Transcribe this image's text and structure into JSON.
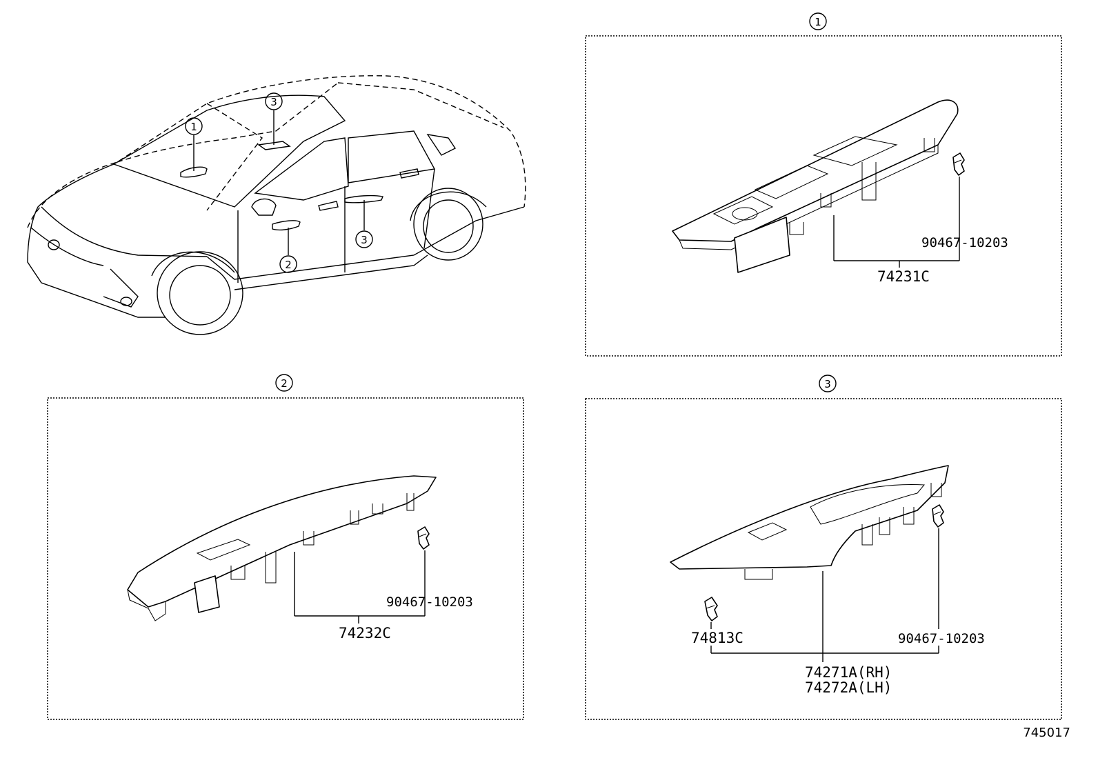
{
  "callouts": {
    "one": "1",
    "two": "2",
    "three": "3"
  },
  "panel1": {
    "fastener": "90467-10203",
    "panel_part": "74231C"
  },
  "panel2": {
    "fastener": "90467-10203",
    "panel_part": "74232C"
  },
  "panel3": {
    "clip": "74813C",
    "fastener": "90467-10203",
    "panel_part_rh": "74271A(RH)",
    "panel_part_lh": "74272A(LH)"
  },
  "diagram_code": "745017"
}
